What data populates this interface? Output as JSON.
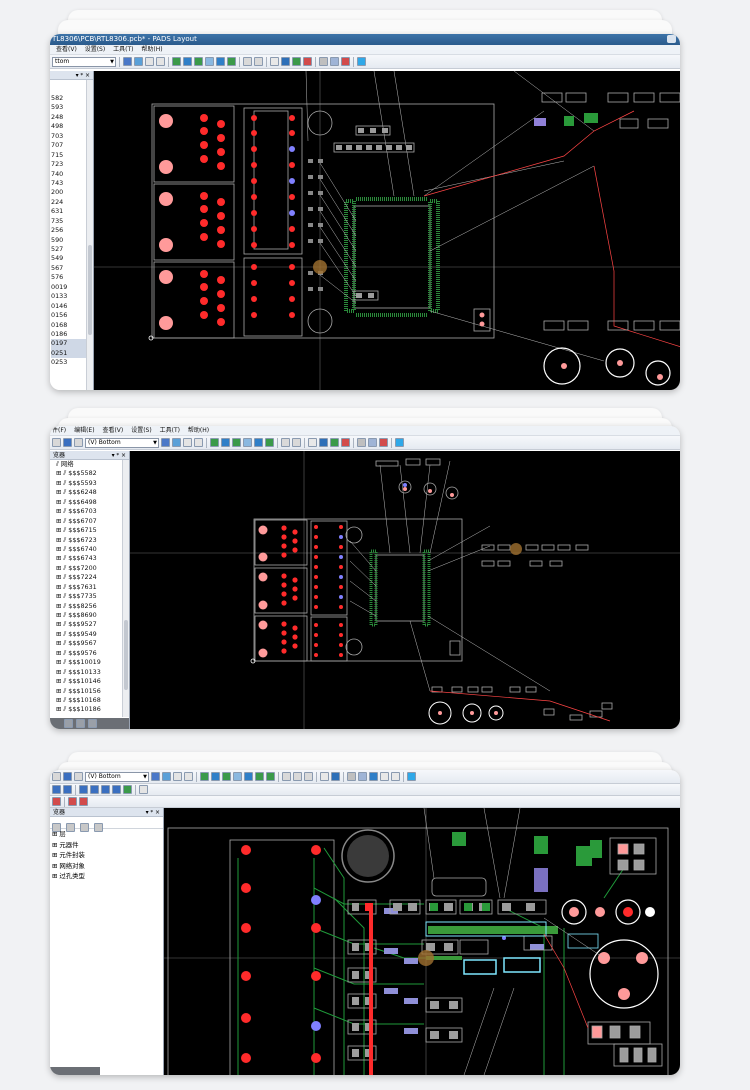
{
  "window1": {
    "title": "TL8306\\PCB\\RTL8306.pcb* - PADS Layout",
    "menus": [
      "查看(V)",
      "设置(S)",
      "工具(T)",
      "帮助(H)"
    ],
    "layer_select": "ttom",
    "panel_pin": "▾ ᵠ ×",
    "net_items": [
      "582",
      "593",
      "248",
      "498",
      "703",
      "707",
      "715",
      "723",
      "740",
      "743",
      "200",
      "224",
      "631",
      "735",
      "256",
      "590",
      "527",
      "549",
      "567",
      "576",
      "0019",
      "0133",
      "0146",
      "0156",
      "0168",
      "0186",
      "0197",
      "0251",
      "0253"
    ]
  },
  "window2": {
    "menus": [
      "件(F)",
      "编辑(E)",
      "查看(V)",
      "设置(S)",
      "工具(T)",
      "帮助(H)"
    ],
    "layer_select": "(V) Bottom",
    "panel_title": "览器",
    "root_label": "网络",
    "net_items": [
      "$$$5582",
      "$$$5593",
      "$$$6248",
      "$$$6498",
      "$$$6703",
      "$$$6707",
      "$$$6715",
      "$$$6723",
      "$$$6740",
      "$$$6743",
      "$$$7200",
      "$$$7224",
      "$$$7631",
      "$$$7735",
      "$$$8256",
      "$$$8690",
      "$$$9527",
      "$$$9549",
      "$$$9567",
      "$$$9576",
      "$$$10019",
      "$$$10133",
      "$$$10146",
      "$$$10156",
      "$$$10168",
      "$$$10186"
    ]
  },
  "window3": {
    "layer_select": "(V) Bottom",
    "panel_title": "览器",
    "tree_items": [
      "层",
      "元器件",
      "元件封装",
      "网络对象",
      "过孔类型"
    ]
  },
  "colors": {
    "pad_red": "#ff3b3b",
    "pad_gray": "#9c9c9c",
    "trace_green": "#1f9a3a",
    "selection_cyan": "#7fe7ff",
    "via_blue": "#8080ff"
  }
}
